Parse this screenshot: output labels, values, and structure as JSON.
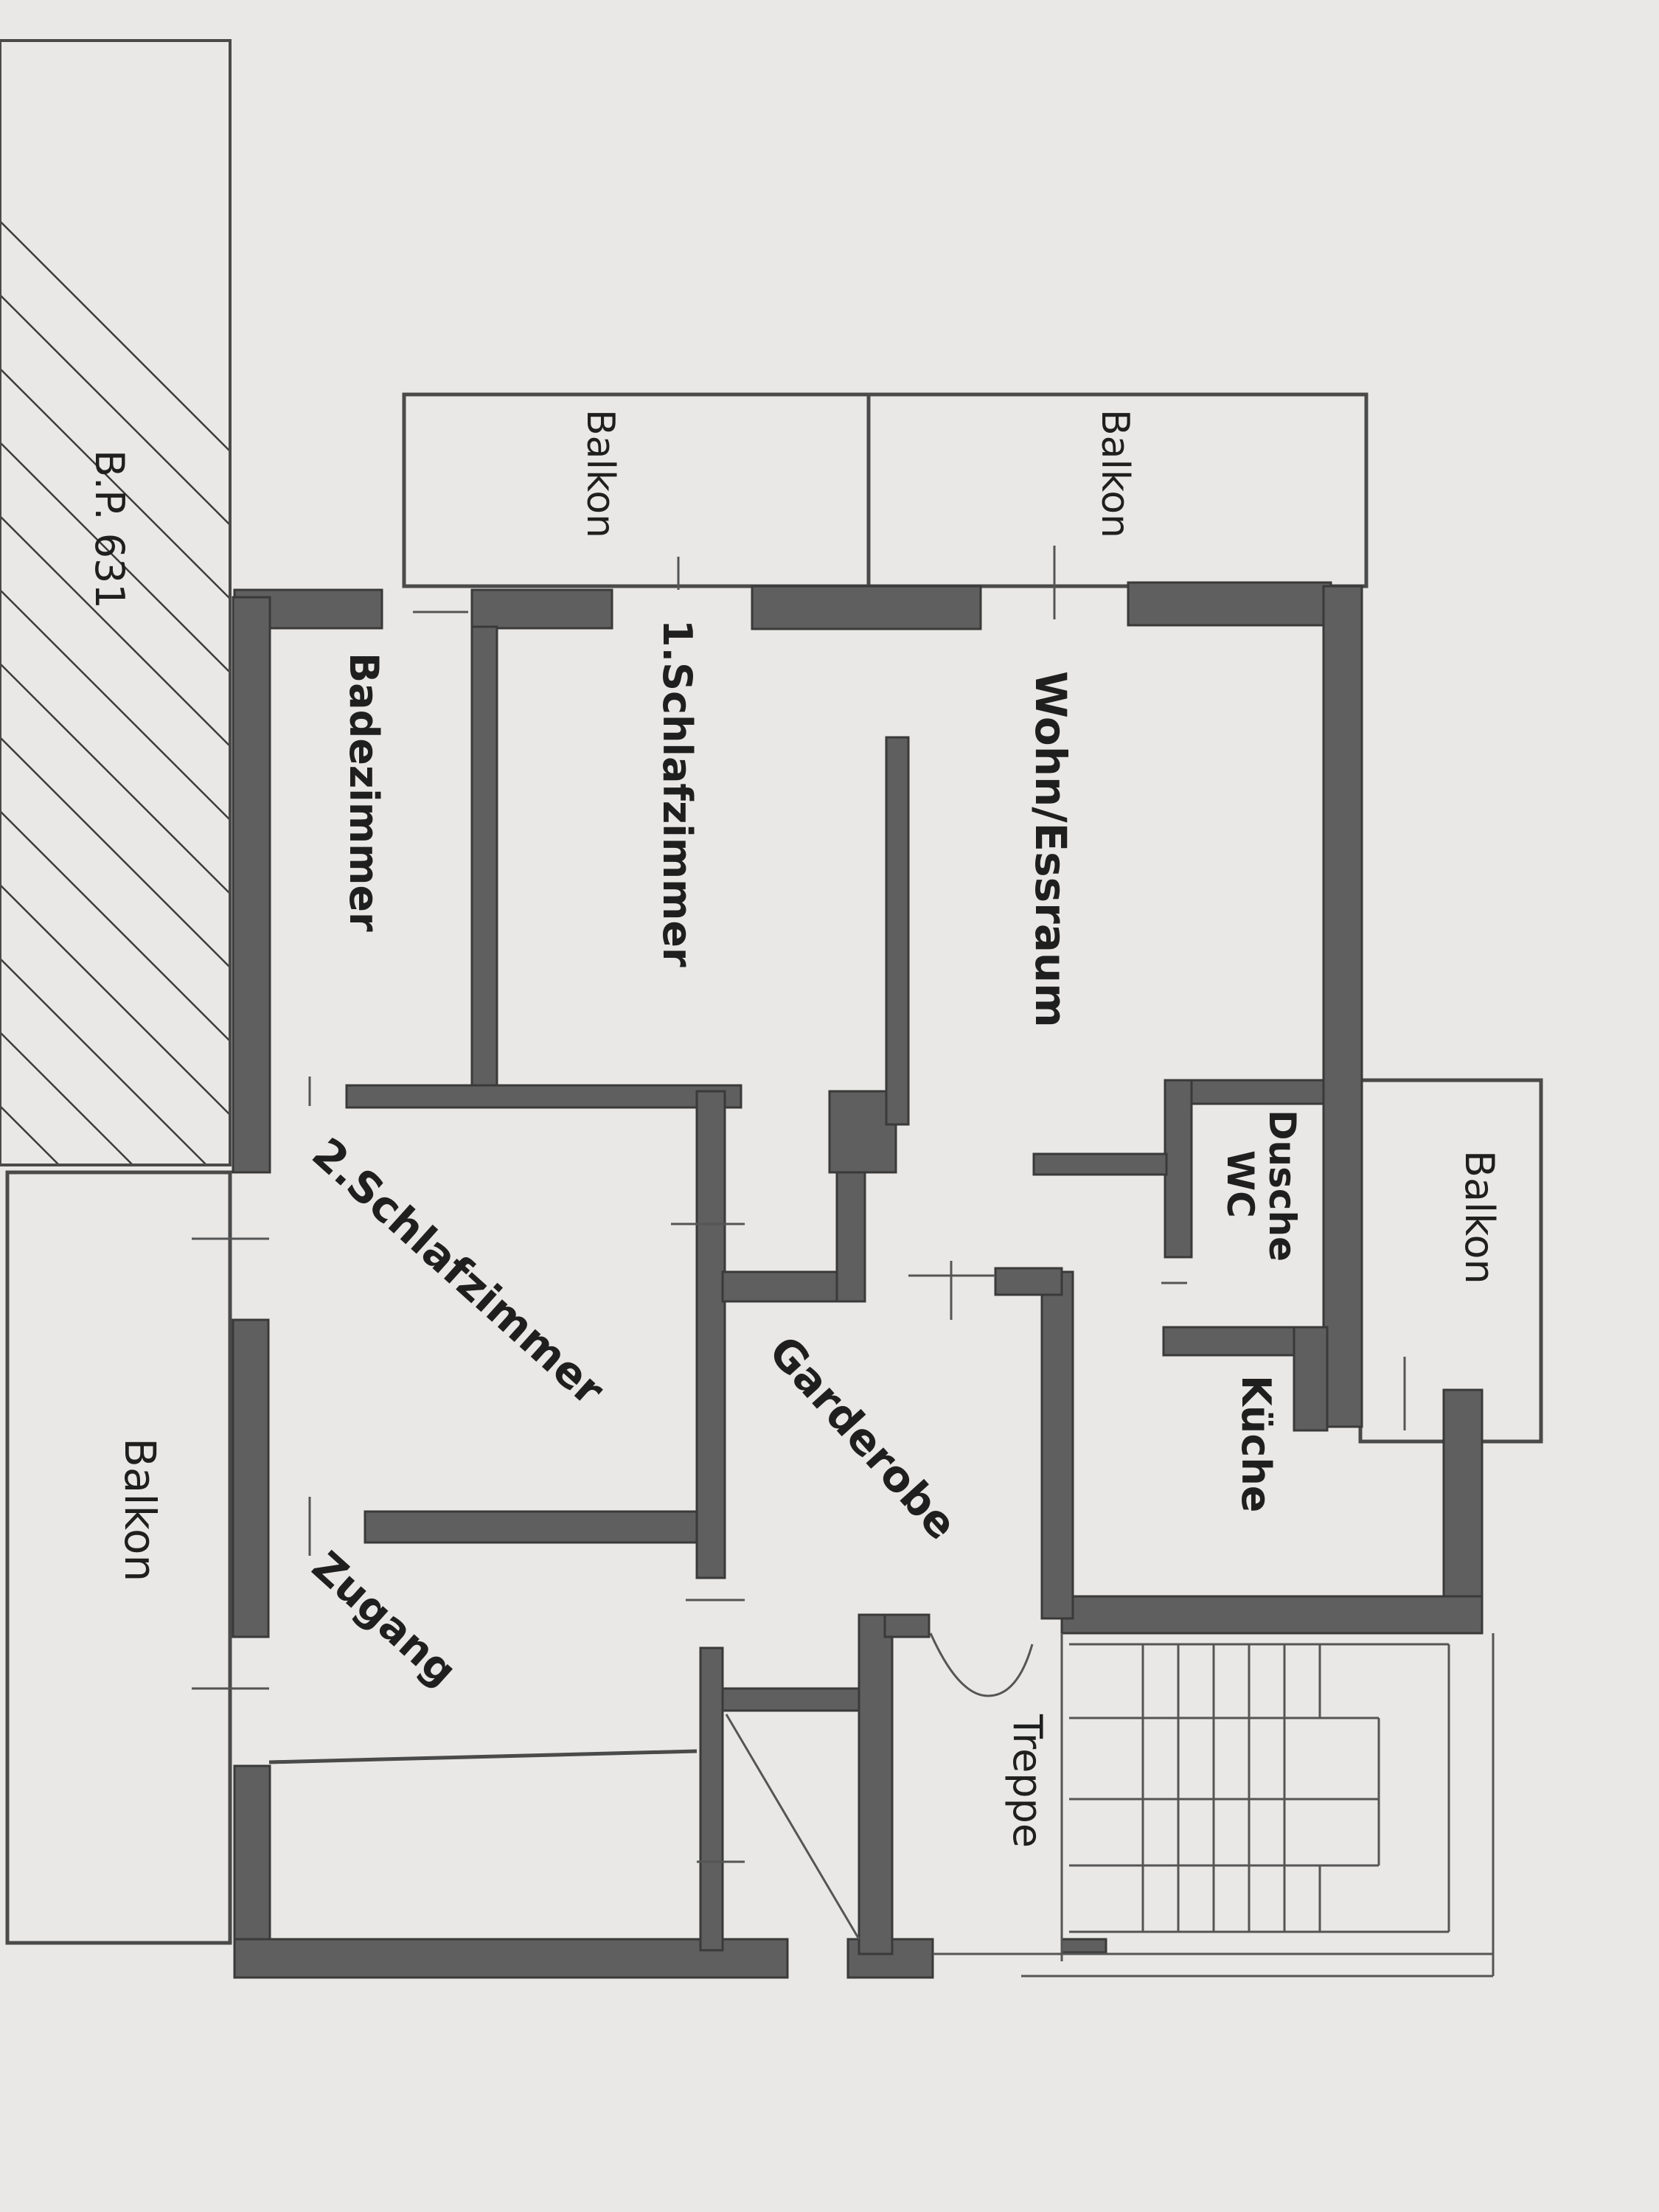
{
  "labels": {
    "parcel": "B.P. 631",
    "balcony_top_left": "Balkon",
    "balcony_top_right": "Balkon",
    "balcony_right": "Balkon",
    "balcony_left": "Balkon",
    "bathroom": "Badezimmer",
    "bedroom1": "1.Schlafzimmer",
    "living": "Wohn/Essraum",
    "shower_line1": "Dusche",
    "shower_line2": "WC",
    "bedroom2": "2.Schlafzimmer",
    "entrance": "Zugang",
    "wardrobe": "Garderobe",
    "kitchen": "Küche",
    "stairs": "Treppe"
  },
  "colors": {
    "paper": "#e9e8e6",
    "wall": "#5f5f5f",
    "text": "#1f1f1f"
  }
}
